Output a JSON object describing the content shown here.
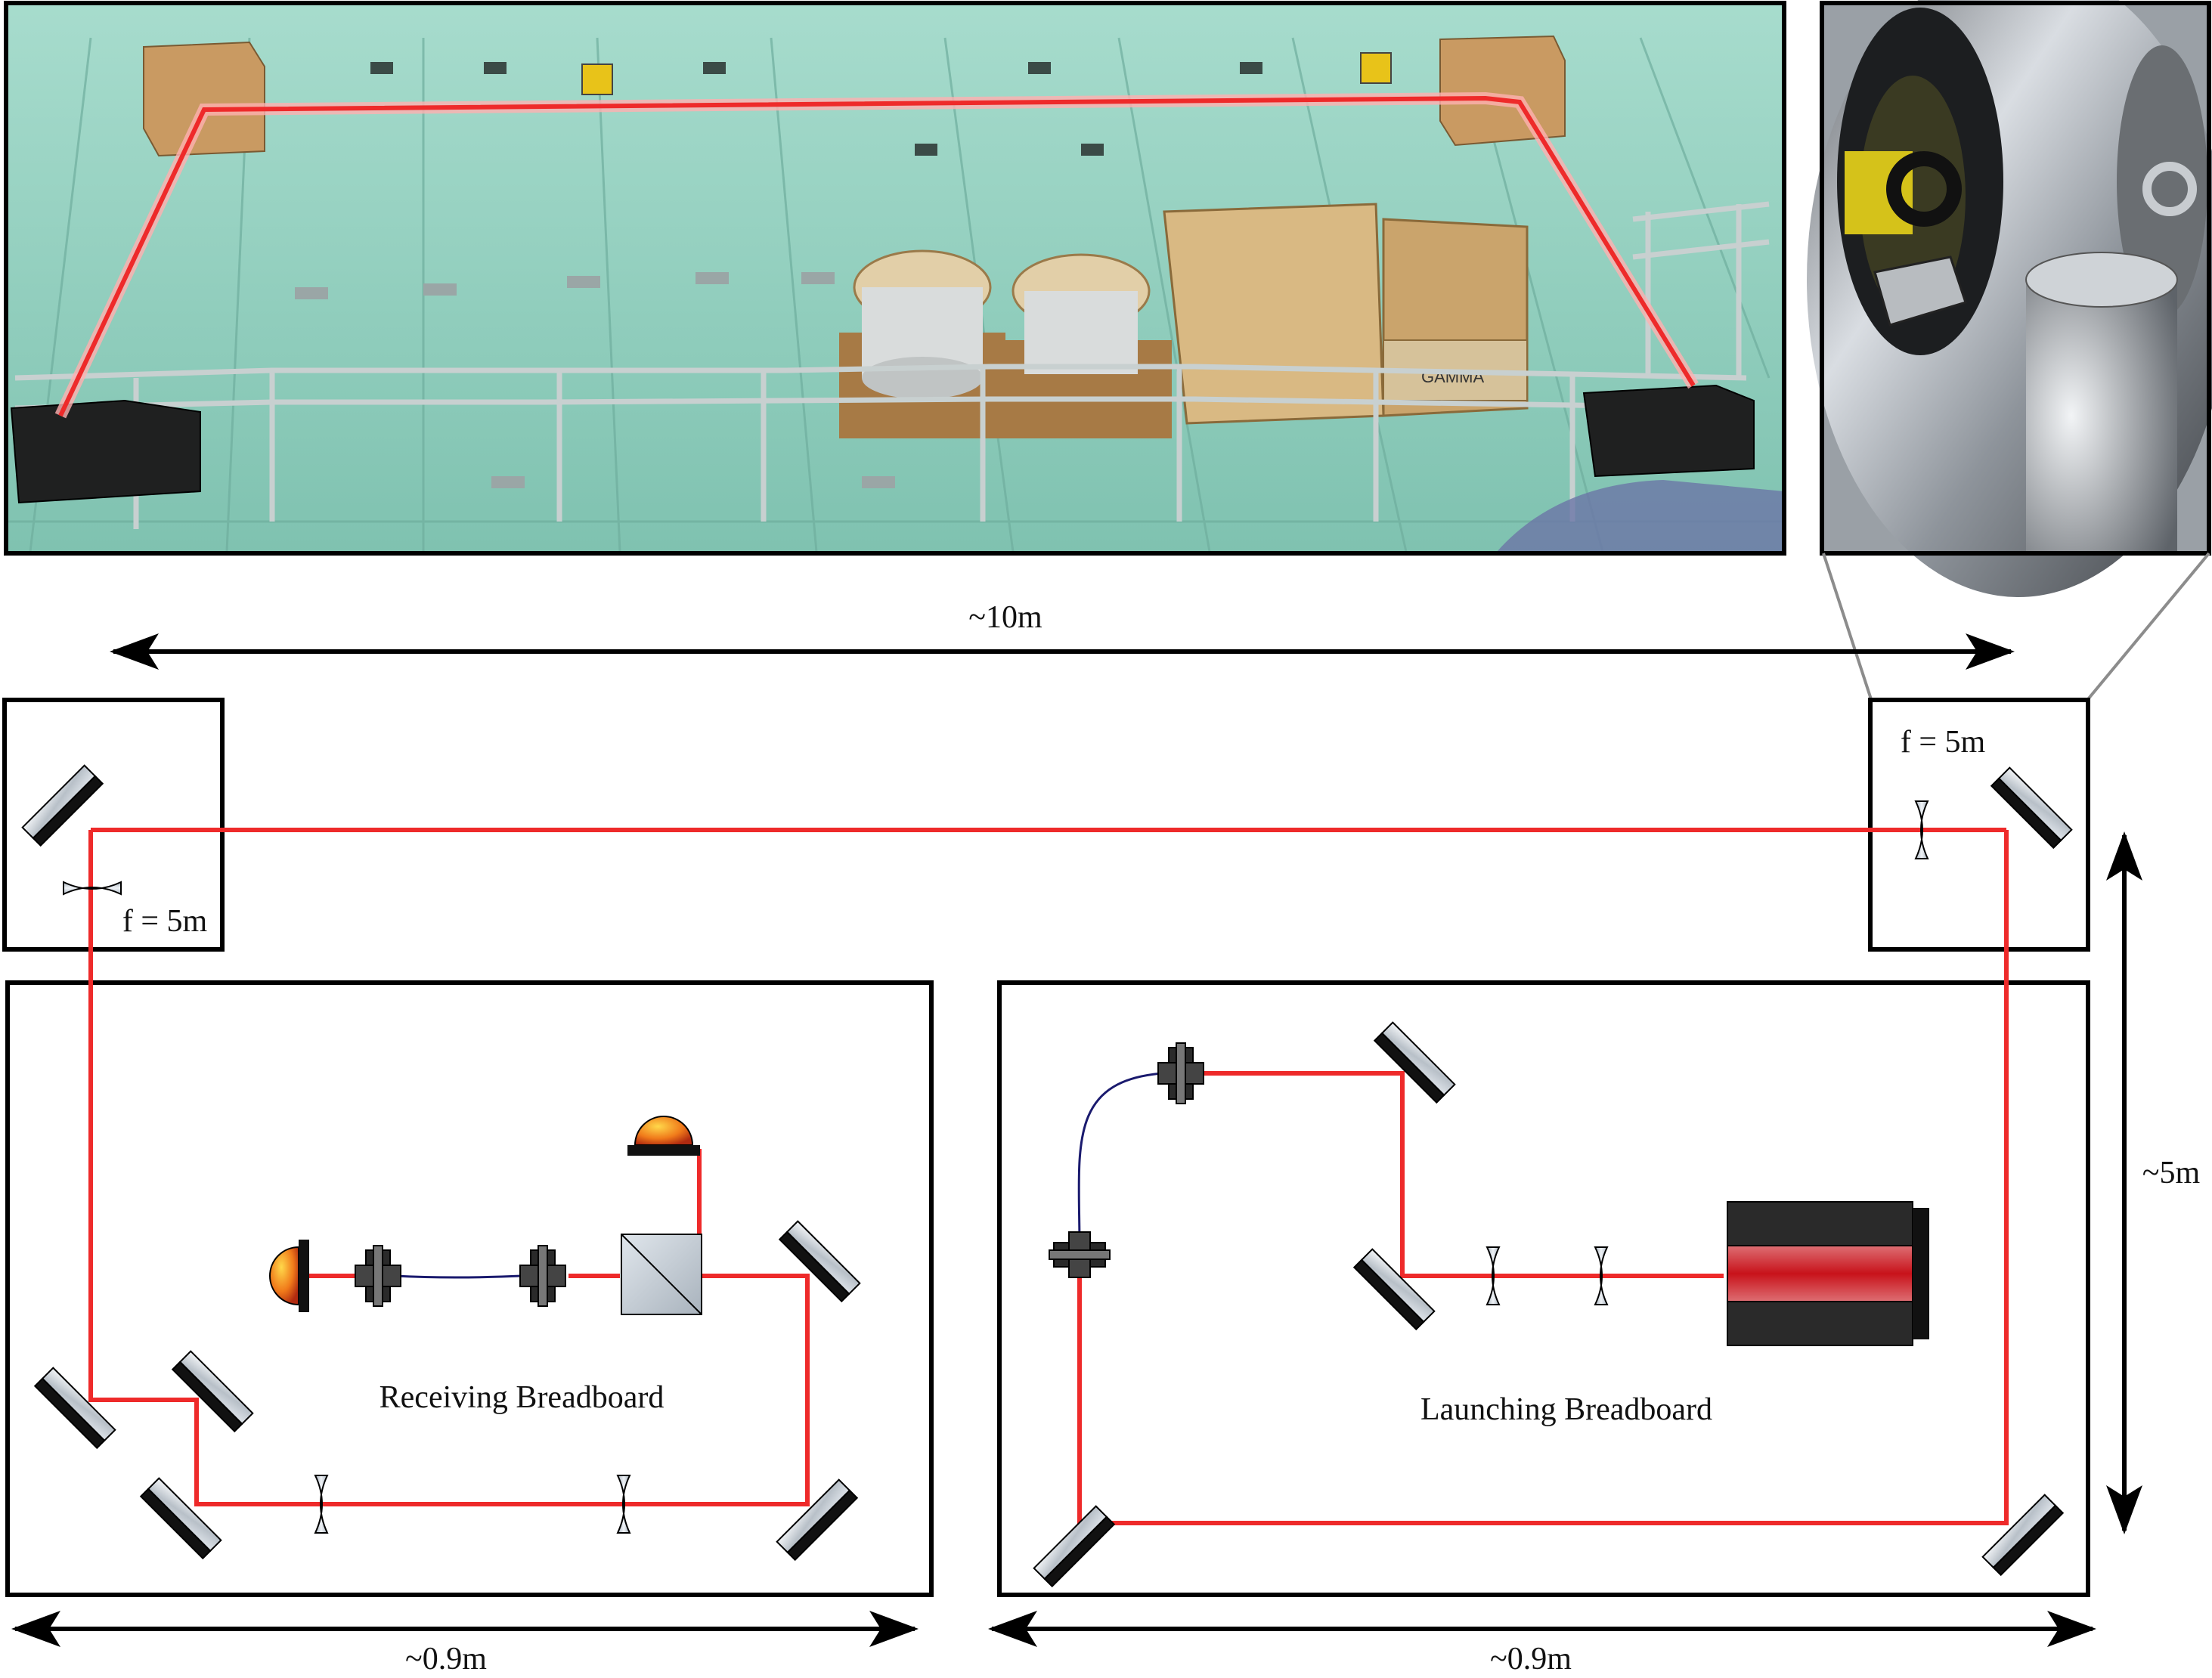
{
  "labels": {
    "top_span": "~10m",
    "vertical_span": "~5m",
    "left_board_width": "~0.9m",
    "right_board_width": "~0.9m",
    "left_lens_focal": "f = 5m",
    "right_lens_focal": "f = 5m",
    "receiving_board": "Receiving Breadboard",
    "launching_board": "Launching Breadboard"
  },
  "photos": {
    "left_photo_text": [
      "GAMMA"
    ]
  },
  "colors": {
    "beam": "#ee2a2a",
    "floor": "#8fcfbf",
    "fiber": "#1a1a6e",
    "detector": "#e8711a"
  }
}
